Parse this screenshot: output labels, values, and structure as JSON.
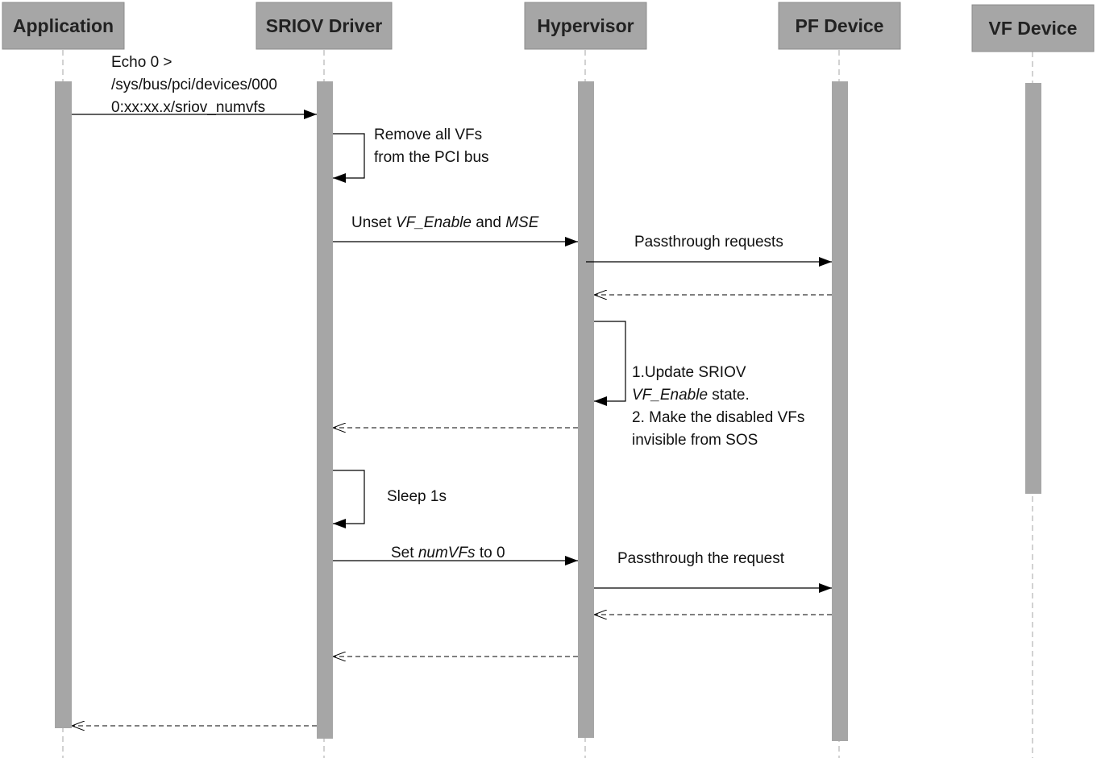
{
  "colors": {
    "header_fill": "#a6a6a6",
    "header_border": "#8c8c8c",
    "activation_bar": "#a6a6a6",
    "lifeline": "#a6a6a6",
    "arrow": "#000000"
  },
  "participants": [
    {
      "id": "application",
      "name": "Application"
    },
    {
      "id": "sriov_driver",
      "name": "SRIOV Driver"
    },
    {
      "id": "hypervisor",
      "name": "Hypervisor"
    },
    {
      "id": "pf_device",
      "name": "PF Device"
    },
    {
      "id": "vf_device",
      "name": "VF Device"
    }
  ],
  "messages": {
    "echo": {
      "from": "application",
      "to": "sriov_driver",
      "type": "sync",
      "lines": [
        "Echo 0 >",
        "/sys/bus/pci/devices/000",
        "0:xx:xx.x/sriov_numvfs"
      ]
    },
    "remove_vfs": {
      "from": "sriov_driver",
      "to": "sriov_driver",
      "type": "self",
      "lines": [
        "Remove all VFs",
        "from the PCI bus"
      ]
    },
    "unset": {
      "from": "sriov_driver",
      "to": "hypervisor",
      "type": "sync",
      "parts": [
        "Unset ",
        "VF_Enable",
        " and ",
        "MSE"
      ]
    },
    "passthrough_requests": {
      "from": "hypervisor",
      "to": "pf_device",
      "type": "sync",
      "text": "Passthrough requests"
    },
    "pf_return_1": {
      "from": "pf_device",
      "to": "hypervisor",
      "type": "return"
    },
    "update_state": {
      "from": "hypervisor",
      "to": "hypervisor",
      "type": "self",
      "line1": "1.Update SRIOV",
      "line2_italic": "VF_Enable",
      "line2_rest": " state.",
      "line3": "2. Make the disabled VFs",
      "line4": "invisible from SOS"
    },
    "hv_return_1": {
      "from": "hypervisor",
      "to": "sriov_driver",
      "type": "return"
    },
    "sleep": {
      "from": "sriov_driver",
      "to": "sriov_driver",
      "type": "self",
      "text": "Sleep 1s"
    },
    "set_numvfs": {
      "from": "sriov_driver",
      "to": "hypervisor",
      "type": "sync",
      "parts": [
        "Set ",
        "numVFs",
        " to 0"
      ]
    },
    "passthrough_request": {
      "from": "hypervisor",
      "to": "pf_device",
      "type": "sync",
      "text": "Passthrough the request"
    },
    "pf_return_2": {
      "from": "pf_device",
      "to": "hypervisor",
      "type": "return"
    },
    "hv_return_2": {
      "from": "hypervisor",
      "to": "sriov_driver",
      "type": "return"
    },
    "driver_return": {
      "from": "sriov_driver",
      "to": "application",
      "type": "return"
    }
  }
}
